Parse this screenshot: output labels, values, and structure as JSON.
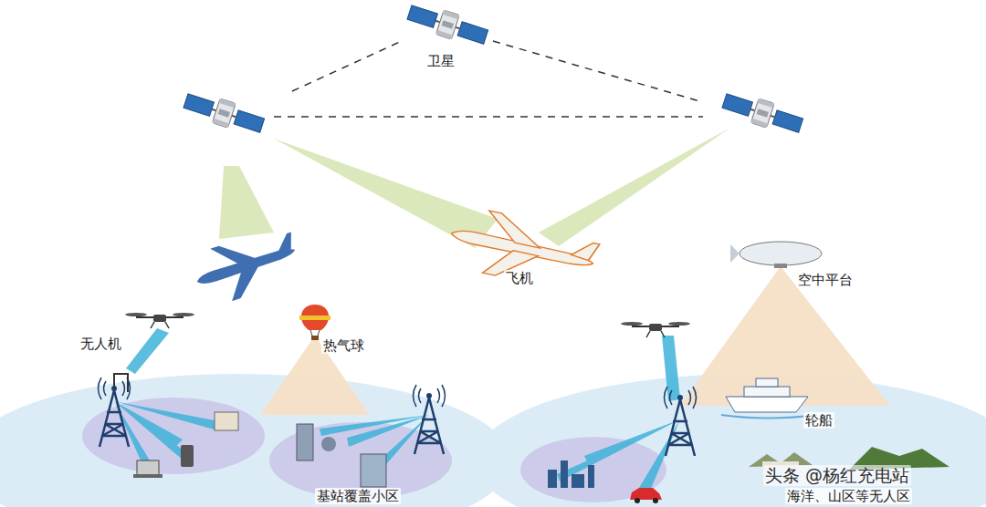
{
  "diagram": {
    "labels": [
      "卫星",
      "飞机",
      "空中平台",
      "无人机",
      "热气球",
      "轮船",
      "基站覆盖小区",
      "海洋、山区等无人区",
      "头条 @杨红充电站"
    ]
  }
}
